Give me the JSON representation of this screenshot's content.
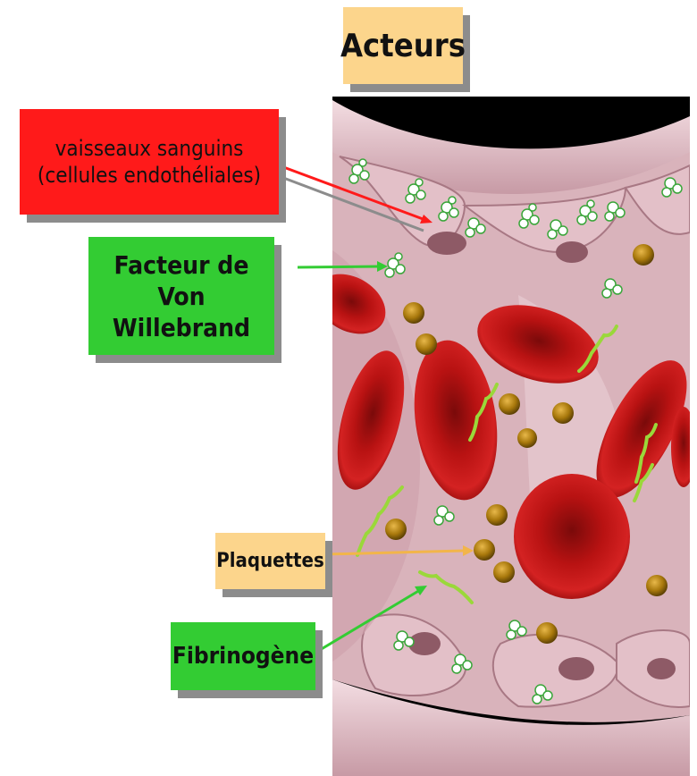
{
  "title": "Acteurs",
  "labels": {
    "vessels": "vaisseaux sanguins\n(cellules endothéliales)",
    "vwf": "Facteur de\nVon Willebrand",
    "platelets": "Plaquettes",
    "fibrinogen": "Fibrinogène"
  },
  "colors": {
    "title_box": "#fcd58c",
    "vessels_box": "#ff1a1a",
    "vwf_box": "#33cc33",
    "platelets_box": "#fcd58c",
    "fibrinogen_box": "#33cc33",
    "red_cell": "#c41414",
    "platelet": "#b8860b",
    "vessel_wall": "#e8c4cc",
    "background_vessel": "#000000"
  },
  "icons": [
    "red-blood-cell-icon",
    "platelet-icon",
    "fibrinogen-strand-icon",
    "von-willebrand-factor-icon",
    "arrow-icon"
  ]
}
